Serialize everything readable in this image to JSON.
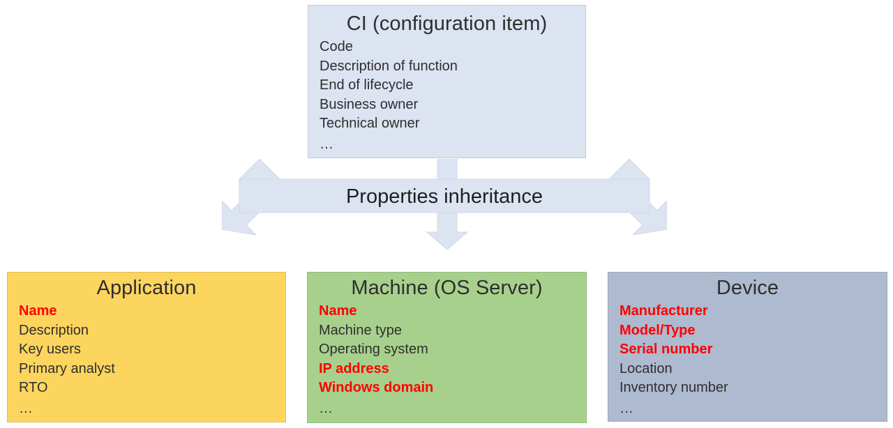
{
  "diagram": {
    "title_text": "CI configuration item inheritance diagram",
    "colors": {
      "ci_fill": "#dce3f1",
      "application_fill": "#fcd55f",
      "machine_fill": "#a8d08d",
      "device_fill": "#aebacf",
      "arrow_fill": "#dce3f1",
      "highlight_text": "#ff0000",
      "body_text": "#2e2e2e"
    },
    "ci": {
      "title": "CI (configuration item)",
      "properties": [
        {
          "label": "Code",
          "highlighted": false
        },
        {
          "label": "Description of function",
          "highlighted": false
        },
        {
          "label": "End of lifecycle",
          "highlighted": false
        },
        {
          "label": "Business owner",
          "highlighted": false
        },
        {
          "label": "Technical owner",
          "highlighted": false
        },
        {
          "label": "…",
          "highlighted": false
        }
      ]
    },
    "connector": {
      "label": "Properties inheritance",
      "arrow_directions": [
        "up-left",
        "up-center",
        "up-right",
        "down-left",
        "down-center",
        "down-right"
      ]
    },
    "children": [
      {
        "id": "application",
        "title": "Application",
        "properties": [
          {
            "label": "Name",
            "highlighted": true
          },
          {
            "label": "Description",
            "highlighted": false
          },
          {
            "label": "Key users",
            "highlighted": false
          },
          {
            "label": "Primary analyst",
            "highlighted": false
          },
          {
            "label": "RTO",
            "highlighted": false
          },
          {
            "label": "…",
            "highlighted": false
          }
        ]
      },
      {
        "id": "machine",
        "title": "Machine (OS Server)",
        "properties": [
          {
            "label": "Name",
            "highlighted": true
          },
          {
            "label": "Machine type",
            "highlighted": false
          },
          {
            "label": "Operating system",
            "highlighted": false
          },
          {
            "label": "IP address",
            "highlighted": true
          },
          {
            "label": "Windows domain",
            "highlighted": true
          },
          {
            "label": "…",
            "highlighted": false
          }
        ]
      },
      {
        "id": "device",
        "title": "Device",
        "properties": [
          {
            "label": "Manufacturer",
            "highlighted": true
          },
          {
            "label": "Model/Type",
            "highlighted": true
          },
          {
            "label": "Serial number",
            "highlighted": true
          },
          {
            "label": "Location",
            "highlighted": false
          },
          {
            "label": "Inventory number",
            "highlighted": false
          },
          {
            "label": "…",
            "highlighted": false
          }
        ]
      }
    ]
  }
}
